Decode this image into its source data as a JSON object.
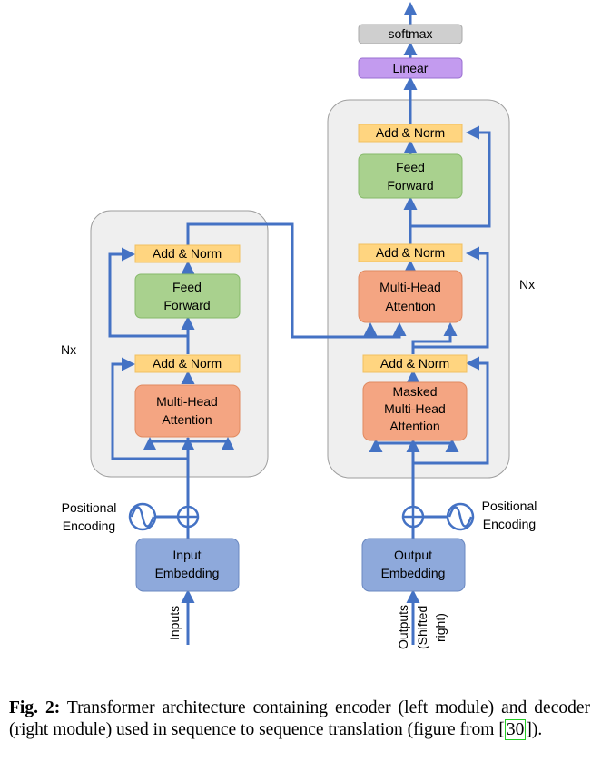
{
  "colors": {
    "arrow": "#4472c4",
    "module_bg": "#efefef",
    "module_border": "#9e9e9e",
    "add_norm_fill": "#ffd580",
    "feed_forward_fill": "#a9d18e",
    "attention_fill": "#f4a582",
    "embedding_fill": "#8ea9db",
    "linear_fill": "#c39bef",
    "softmax_fill": "#cfcfcf"
  },
  "encoder": {
    "add_norm_top": "Add & Norm",
    "feed_forward": [
      "Feed",
      "Forward"
    ],
    "add_norm_bottom": "Add & Norm",
    "attention": [
      "Multi-Head",
      "Attention"
    ],
    "repeat_label": "Nx"
  },
  "decoder": {
    "add_norm_top": "Add & Norm",
    "feed_forward": [
      "Feed",
      "Forward"
    ],
    "add_norm_mid": "Add & Norm",
    "attention": [
      "Multi-Head",
      "Attention"
    ],
    "add_norm_bottom": "Add & Norm",
    "masked_attention": [
      "Masked",
      "Multi-Head",
      "Attention"
    ],
    "repeat_label": "Nx"
  },
  "output_head": {
    "linear": "Linear",
    "softmax": "softmax"
  },
  "input_side": {
    "positional_encoding": [
      "Positional",
      "Encoding"
    ],
    "embedding": [
      "Input",
      "Embedding"
    ],
    "inputs_label": "Inputs"
  },
  "output_side": {
    "positional_encoding": [
      "Positional",
      "Encoding"
    ],
    "embedding": [
      "Output",
      "Embedding"
    ],
    "outputs_label": [
      "Outputs",
      "(Shifted",
      "right)"
    ]
  },
  "caption": {
    "fig_label": "Fig. 2:",
    "text_before_ref": " Transformer architecture containing encoder (left module) and decoder (right module) used in sequence to sequence translation (figure from [",
    "ref": "30",
    "text_after_ref": "])."
  }
}
